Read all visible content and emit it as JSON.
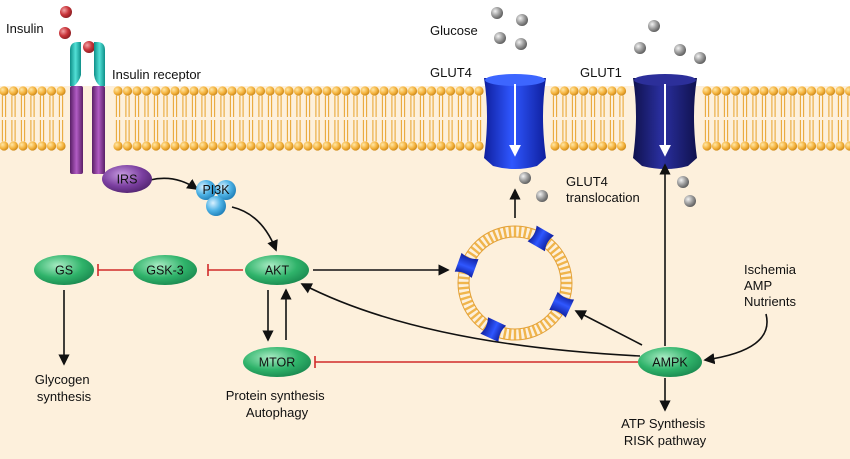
{
  "labels": {
    "insulin": "Insulin",
    "insulin_receptor": "Insulin receptor",
    "glucose": "Glucose",
    "glut4": "GLUT4",
    "glut1": "GLUT1",
    "glut4_translocation": [
      "GLUT4",
      "translocation"
    ],
    "irs": "IRS",
    "pi3k": "PI3K",
    "akt": "AKT",
    "gsk3": "GSK-3",
    "gs": "GS",
    "mtor": "MTOR",
    "ampk": "AMPK",
    "glycogen_synthesis": [
      "Glycogen",
      "synthesis"
    ],
    "protein_synthesis": [
      "Protein synthesis",
      "Autophagy"
    ],
    "ampk_activators": [
      "Ischemia",
      "AMP",
      "Nutrients"
    ],
    "ampk_outputs": [
      "ATP Synthesis",
      "RISK pathway"
    ]
  },
  "colors": {
    "background": "#fdf0dc",
    "membrane_head": "#f4b23c",
    "membrane_tail": "#e9a93a",
    "node_green": "#2fb36a",
    "irs_purple": "#7b3fa0",
    "pi3k_blue": "#4fb3e6",
    "receptor_teal": "#2ac9c0",
    "receptor_purple": "#8e3a9a",
    "glut4_blue": "#1e3fe0",
    "glut1_navy": "#1c1f7a",
    "insulin_red": "#c9343a",
    "glucose_grey": "#8d8d8d",
    "inhibit_red": "#d22a2a",
    "arrow_black": "#111111"
  }
}
